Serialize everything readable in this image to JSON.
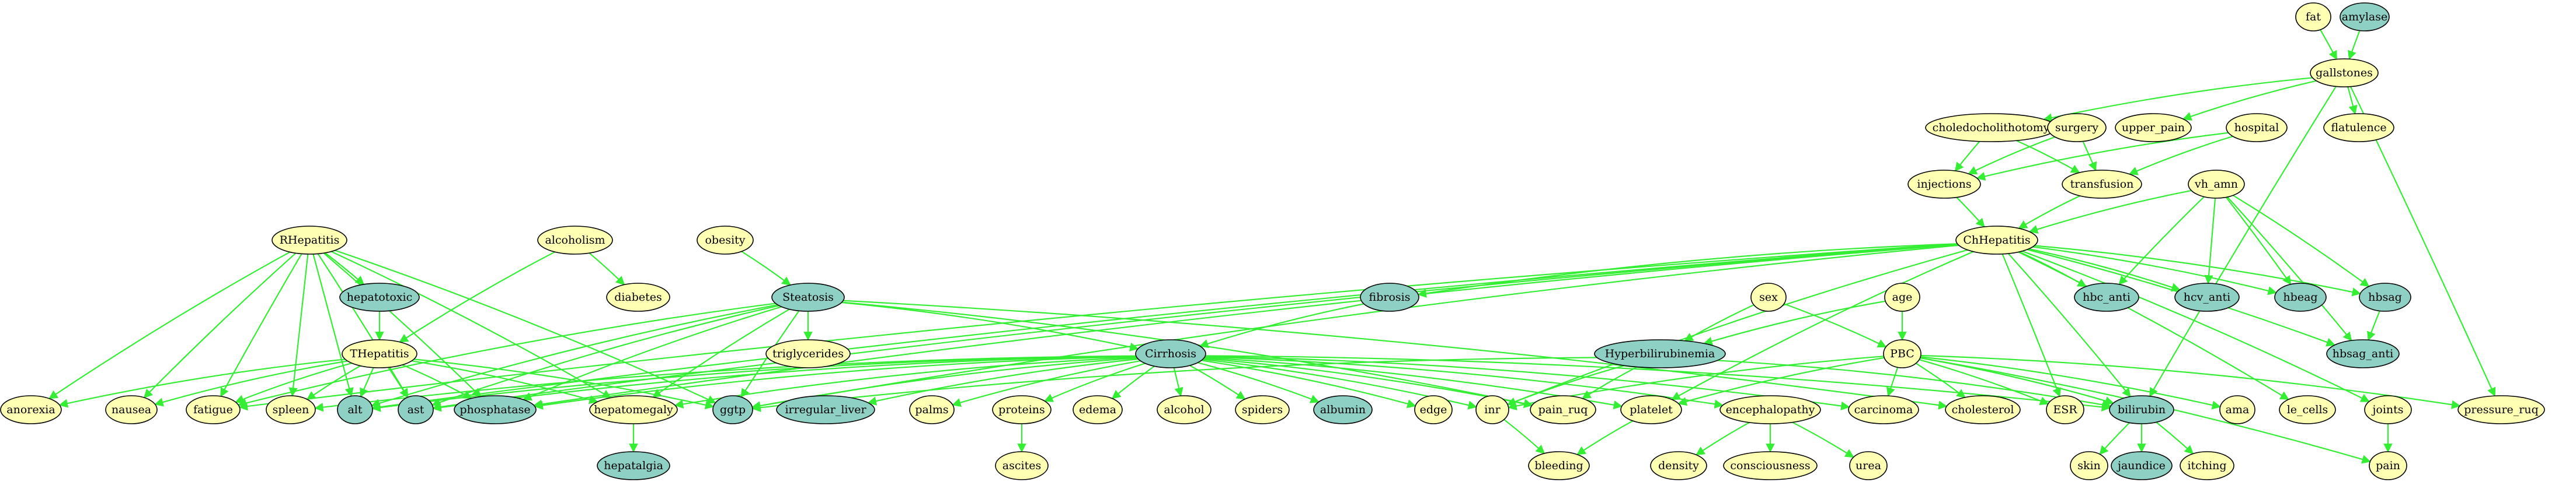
{
  "colors": {
    "observed": "#8ed0c4",
    "latent": "#ffffb3",
    "edge": "#33ee33"
  },
  "nodes": [
    {
      "id": "fat",
      "label": "fat",
      "observed": false
    },
    {
      "id": "amylase",
      "label": "amylase",
      "observed": true
    },
    {
      "id": "gallstones",
      "label": "gallstones",
      "observed": false
    },
    {
      "id": "choledocholithotomy",
      "label": "choledocholithotomy",
      "observed": false
    },
    {
      "id": "surgery",
      "label": "surgery",
      "observed": false
    },
    {
      "id": "upper_pain",
      "label": "upper_pain",
      "observed": false
    },
    {
      "id": "hospital",
      "label": "hospital",
      "observed": false
    },
    {
      "id": "flatulence",
      "label": "flatulence",
      "observed": false
    },
    {
      "id": "injections",
      "label": "injections",
      "observed": false
    },
    {
      "id": "transfusion",
      "label": "transfusion",
      "observed": false
    },
    {
      "id": "vh_amn",
      "label": "vh_amn",
      "observed": false
    },
    {
      "id": "RHepatitis",
      "label": "RHepatitis",
      "observed": false
    },
    {
      "id": "alcoholism",
      "label": "alcoholism",
      "observed": false
    },
    {
      "id": "obesity",
      "label": "obesity",
      "observed": false
    },
    {
      "id": "ChHepatitis",
      "label": "ChHepatitis",
      "observed": false
    },
    {
      "id": "hepatotoxic",
      "label": "hepatotoxic",
      "observed": true
    },
    {
      "id": "diabetes",
      "label": "diabetes",
      "observed": false
    },
    {
      "id": "Steatosis",
      "label": "Steatosis",
      "observed": true
    },
    {
      "id": "fibrosis",
      "label": "fibrosis",
      "observed": true
    },
    {
      "id": "hbc_anti",
      "label": "hbc_anti",
      "observed": true
    },
    {
      "id": "hcv_anti",
      "label": "hcv_anti",
      "observed": true
    },
    {
      "id": "hbeag",
      "label": "hbeag",
      "observed": true
    },
    {
      "id": "hbsag",
      "label": "hbsag",
      "observed": true
    },
    {
      "id": "sex",
      "label": "sex",
      "observed": false
    },
    {
      "id": "age",
      "label": "age",
      "observed": false
    },
    {
      "id": "THepatitis",
      "label": "THepatitis",
      "observed": false
    },
    {
      "id": "triglycerides",
      "label": "triglycerides",
      "observed": false
    },
    {
      "id": "Cirrhosis",
      "label": "Cirrhosis",
      "observed": true
    },
    {
      "id": "Hyperbilirubinemia",
      "label": "Hyperbilirubinemia",
      "observed": true
    },
    {
      "id": "PBC",
      "label": "PBC",
      "observed": false
    },
    {
      "id": "hbsag_anti",
      "label": "hbsag_anti",
      "observed": true
    },
    {
      "id": "anorexia",
      "label": "anorexia",
      "observed": false
    },
    {
      "id": "nausea",
      "label": "nausea",
      "observed": false
    },
    {
      "id": "fatigue",
      "label": "fatigue",
      "observed": false
    },
    {
      "id": "spleen",
      "label": "spleen",
      "observed": false
    },
    {
      "id": "alt",
      "label": "alt",
      "observed": true
    },
    {
      "id": "ast",
      "label": "ast",
      "observed": true
    },
    {
      "id": "phosphatase",
      "label": "phosphatase",
      "observed": true
    },
    {
      "id": "hepatomegaly",
      "label": "hepatomegaly",
      "observed": false
    },
    {
      "id": "ggtp",
      "label": "ggtp",
      "observed": true
    },
    {
      "id": "irregular_liver",
      "label": "irregular_liver",
      "observed": true
    },
    {
      "id": "palms",
      "label": "palms",
      "observed": false
    },
    {
      "id": "proteins",
      "label": "proteins",
      "observed": false
    },
    {
      "id": "edema",
      "label": "edema",
      "observed": false
    },
    {
      "id": "alcohol",
      "label": "alcohol",
      "observed": false
    },
    {
      "id": "spiders",
      "label": "spiders",
      "observed": false
    },
    {
      "id": "albumin",
      "label": "albumin",
      "observed": true
    },
    {
      "id": "edge",
      "label": "edge",
      "observed": false
    },
    {
      "id": "inr",
      "label": "inr",
      "observed": false
    },
    {
      "id": "pain_ruq",
      "label": "pain_ruq",
      "observed": false
    },
    {
      "id": "platelet",
      "label": "platelet",
      "observed": false
    },
    {
      "id": "encephalopathy",
      "label": "encephalopathy",
      "observed": false
    },
    {
      "id": "carcinoma",
      "label": "carcinoma",
      "observed": false
    },
    {
      "id": "cholesterol",
      "label": "cholesterol",
      "observed": false
    },
    {
      "id": "ESR",
      "label": "ESR",
      "observed": false
    },
    {
      "id": "bilirubin",
      "label": "bilirubin",
      "observed": true
    },
    {
      "id": "ama",
      "label": "ama",
      "observed": false
    },
    {
      "id": "le_cells",
      "label": "le_cells",
      "observed": false
    },
    {
      "id": "joints",
      "label": "joints",
      "observed": false
    },
    {
      "id": "pressure_ruq",
      "label": "pressure_ruq",
      "observed": false
    },
    {
      "id": "hepatalgia",
      "label": "hepatalgia",
      "observed": true
    },
    {
      "id": "ascites",
      "label": "ascites",
      "observed": false
    },
    {
      "id": "bleeding",
      "label": "bleeding",
      "observed": false
    },
    {
      "id": "density",
      "label": "density",
      "observed": false
    },
    {
      "id": "consciousness",
      "label": "consciousness",
      "observed": false
    },
    {
      "id": "urea",
      "label": "urea",
      "observed": false
    },
    {
      "id": "skin",
      "label": "skin",
      "observed": false
    },
    {
      "id": "jaundice",
      "label": "jaundice",
      "observed": true
    },
    {
      "id": "itching",
      "label": "itching",
      "observed": false
    },
    {
      "id": "pain",
      "label": "pain",
      "observed": false
    }
  ],
  "edges": [
    [
      "fat",
      "gallstones"
    ],
    [
      "amylase",
      "gallstones"
    ],
    [
      "gallstones",
      "choledocholithotomy"
    ],
    [
      "gallstones",
      "upper_pain"
    ],
    [
      "gallstones",
      "flatulence"
    ],
    [
      "gallstones",
      "bilirubin"
    ],
    [
      "gallstones",
      "pressure_ruq"
    ],
    [
      "choledocholithotomy",
      "injections"
    ],
    [
      "choledocholithotomy",
      "transfusion"
    ],
    [
      "surgery",
      "injections"
    ],
    [
      "surgery",
      "transfusion"
    ],
    [
      "hospital",
      "injections"
    ],
    [
      "hospital",
      "transfusion"
    ],
    [
      "injections",
      "ChHepatitis"
    ],
    [
      "transfusion",
      "ChHepatitis"
    ],
    [
      "vh_amn",
      "ChHepatitis"
    ],
    [
      "vh_amn",
      "hbc_anti"
    ],
    [
      "vh_amn",
      "hcv_anti"
    ],
    [
      "vh_amn",
      "hbeag"
    ],
    [
      "vh_amn",
      "hbsag"
    ],
    [
      "vh_amn",
      "hbsag_anti"
    ],
    [
      "ChHepatitis",
      "fibrosis"
    ],
    [
      "ChHepatitis",
      "hbc_anti"
    ],
    [
      "ChHepatitis",
      "hcv_anti"
    ],
    [
      "ChHepatitis",
      "hbeag"
    ],
    [
      "ChHepatitis",
      "hbsag"
    ],
    [
      "ChHepatitis",
      "hbsag_anti"
    ],
    [
      "ChHepatitis",
      "fatigue"
    ],
    [
      "ChHepatitis",
      "alt"
    ],
    [
      "ChHepatitis",
      "ast"
    ],
    [
      "ChHepatitis",
      "ggtp"
    ],
    [
      "ChHepatitis",
      "inr"
    ],
    [
      "ChHepatitis",
      "platelet"
    ],
    [
      "ChHepatitis",
      "ESR"
    ],
    [
      "ChHepatitis",
      "bilirubin"
    ],
    [
      "ChHepatitis",
      "le_cells"
    ],
    [
      "ChHepatitis",
      "joints"
    ],
    [
      "ChHepatitis",
      "phosphatase"
    ],
    [
      "hbsag",
      "hbsag_anti"
    ],
    [
      "RHepatitis",
      "hepatotoxic"
    ],
    [
      "RHepatitis",
      "anorexia"
    ],
    [
      "RHepatitis",
      "nausea"
    ],
    [
      "RHepatitis",
      "fatigue"
    ],
    [
      "RHepatitis",
      "spleen"
    ],
    [
      "RHepatitis",
      "alt"
    ],
    [
      "RHepatitis",
      "ast"
    ],
    [
      "RHepatitis",
      "phosphatase"
    ],
    [
      "RHepatitis",
      "hepatomegaly"
    ],
    [
      "RHepatitis",
      "ggtp"
    ],
    [
      "hepatotoxic",
      "THepatitis"
    ],
    [
      "alcoholism",
      "THepatitis"
    ],
    [
      "alcoholism",
      "diabetes"
    ],
    [
      "obesity",
      "Steatosis"
    ],
    [
      "THepatitis",
      "anorexia"
    ],
    [
      "THepatitis",
      "nausea"
    ],
    [
      "THepatitis",
      "fatigue"
    ],
    [
      "THepatitis",
      "spleen"
    ],
    [
      "THepatitis",
      "alt"
    ],
    [
      "THepatitis",
      "ast"
    ],
    [
      "THepatitis",
      "phosphatase"
    ],
    [
      "THepatitis",
      "hepatomegaly"
    ],
    [
      "THepatitis",
      "ggtp"
    ],
    [
      "Steatosis",
      "triglycerides"
    ],
    [
      "Steatosis",
      "Cirrhosis"
    ],
    [
      "Steatosis",
      "alt"
    ],
    [
      "Steatosis",
      "ast"
    ],
    [
      "Steatosis",
      "phosphatase"
    ],
    [
      "Steatosis",
      "hepatomegaly"
    ],
    [
      "Steatosis",
      "ggtp"
    ],
    [
      "Steatosis",
      "pain_ruq"
    ],
    [
      "Steatosis",
      "cholesterol"
    ],
    [
      "Steatosis",
      "fatigue"
    ],
    [
      "fibrosis",
      "Cirrhosis"
    ],
    [
      "Cirrhosis",
      "spleen"
    ],
    [
      "Cirrhosis",
      "alt"
    ],
    [
      "Cirrhosis",
      "ast"
    ],
    [
      "Cirrhosis",
      "phosphatase"
    ],
    [
      "Cirrhosis",
      "ggtp"
    ],
    [
      "Cirrhosis",
      "irregular_liver"
    ],
    [
      "Cirrhosis",
      "palms"
    ],
    [
      "Cirrhosis",
      "proteins"
    ],
    [
      "Cirrhosis",
      "edema"
    ],
    [
      "Cirrhosis",
      "alcohol"
    ],
    [
      "Cirrhosis",
      "spiders"
    ],
    [
      "Cirrhosis",
      "albumin"
    ],
    [
      "Cirrhosis",
      "edge"
    ],
    [
      "Cirrhosis",
      "inr"
    ],
    [
      "Cirrhosis",
      "pain_ruq"
    ],
    [
      "Cirrhosis",
      "platelet"
    ],
    [
      "Cirrhosis",
      "encephalopathy"
    ],
    [
      "Cirrhosis",
      "carcinoma"
    ],
    [
      "Cirrhosis",
      "bilirubin"
    ],
    [
      "Cirrhosis",
      "hepatomegaly"
    ],
    [
      "sex",
      "Hyperbilirubinemia"
    ],
    [
      "sex",
      "PBC"
    ],
    [
      "age",
      "Hyperbilirubinemia"
    ],
    [
      "age",
      "PBC"
    ],
    [
      "Hyperbilirubinemia",
      "bilirubin"
    ],
    [
      "Hyperbilirubinemia",
      "inr"
    ],
    [
      "Hyperbilirubinemia",
      "pain_ruq"
    ],
    [
      "Hyperbilirubinemia",
      "ggtp"
    ],
    [
      "PBC",
      "ama"
    ],
    [
      "PBC",
      "bilirubin"
    ],
    [
      "PBC",
      "cholesterol"
    ],
    [
      "PBC",
      "ESR"
    ],
    [
      "PBC",
      "platelet"
    ],
    [
      "PBC",
      "carcinoma"
    ],
    [
      "PBC",
      "pressure_ruq"
    ],
    [
      "PBC",
      "inr"
    ],
    [
      "PBC",
      "pain"
    ],
    [
      "hepatomegaly",
      "hepatalgia"
    ],
    [
      "proteins",
      "ascites"
    ],
    [
      "inr",
      "bleeding"
    ],
    [
      "platelet",
      "bleeding"
    ],
    [
      "encephalopathy",
      "density"
    ],
    [
      "encephalopathy",
      "consciousness"
    ],
    [
      "encephalopathy",
      "urea"
    ],
    [
      "bilirubin",
      "skin"
    ],
    [
      "bilirubin",
      "jaundice"
    ],
    [
      "bilirubin",
      "itching"
    ],
    [
      "joints",
      "pain"
    ]
  ]
}
